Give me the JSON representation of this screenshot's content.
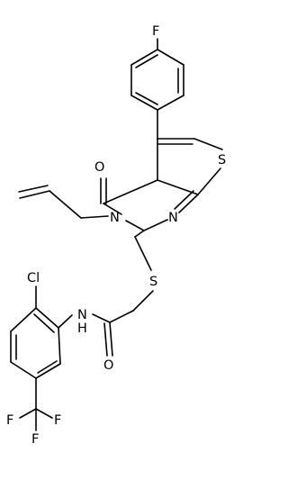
{
  "molecule": {
    "atoms": {
      "F_top": "F",
      "S_thio": "S",
      "O_keto": "O",
      "N3": "N",
      "N1": "N",
      "S_link": "S",
      "Cl": "Cl",
      "NH": "N",
      "H_amide": "H",
      "O_amide": "O",
      "F_cf3_left": "F",
      "F_cf3_right": "F",
      "F_cf3_bottom": "F"
    }
  }
}
